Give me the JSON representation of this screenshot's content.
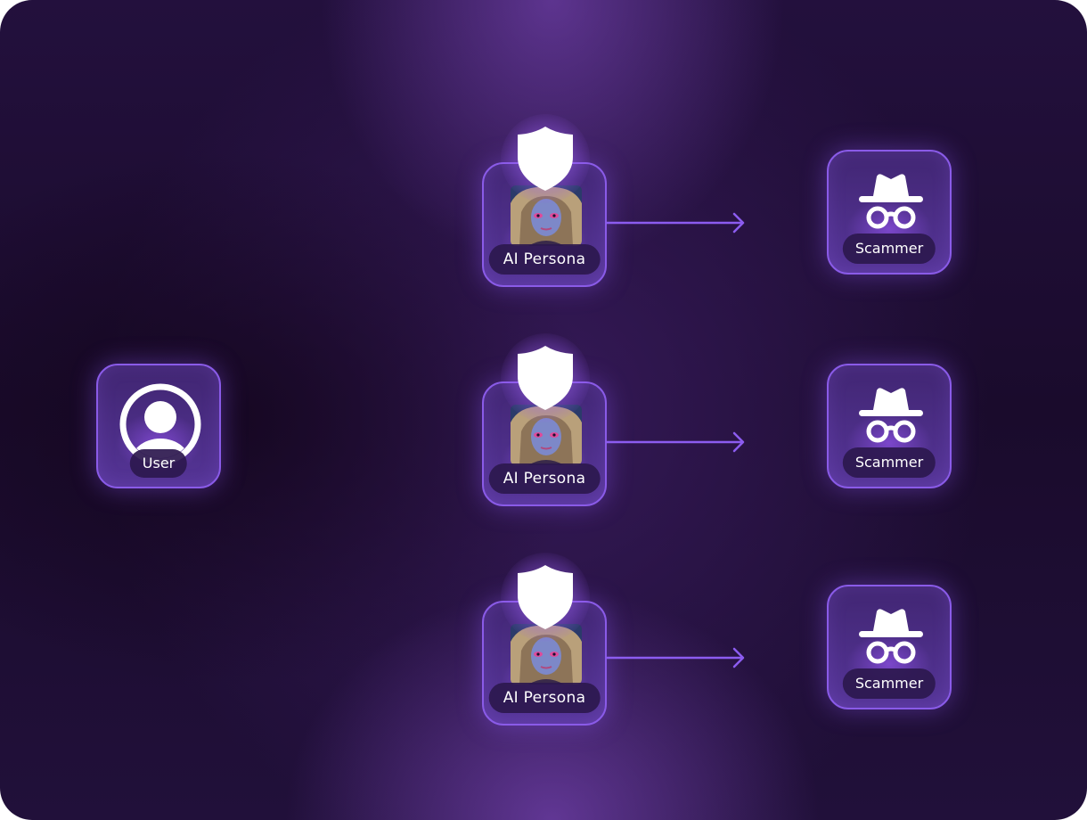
{
  "diagram": {
    "user": {
      "label": "User"
    },
    "personas": [
      {
        "label": "AI Persona"
      },
      {
        "label": "AI Persona"
      },
      {
        "label": "AI Persona"
      }
    ],
    "scammers": [
      {
        "label": "Scammer"
      },
      {
        "label": "Scammer"
      },
      {
        "label": "Scammer"
      }
    ],
    "icons": {
      "user": "user-circle-icon",
      "shield": "shield-icon",
      "persona": "persona-photo",
      "scammer": "spy-icon",
      "arrow": "arrow-right-icon"
    },
    "colors": {
      "accent": "#8a5be8",
      "card_fill": "#4a2c86",
      "pill": "#2c184e",
      "text": "#ffffff",
      "background": "#1c0c30"
    }
  }
}
